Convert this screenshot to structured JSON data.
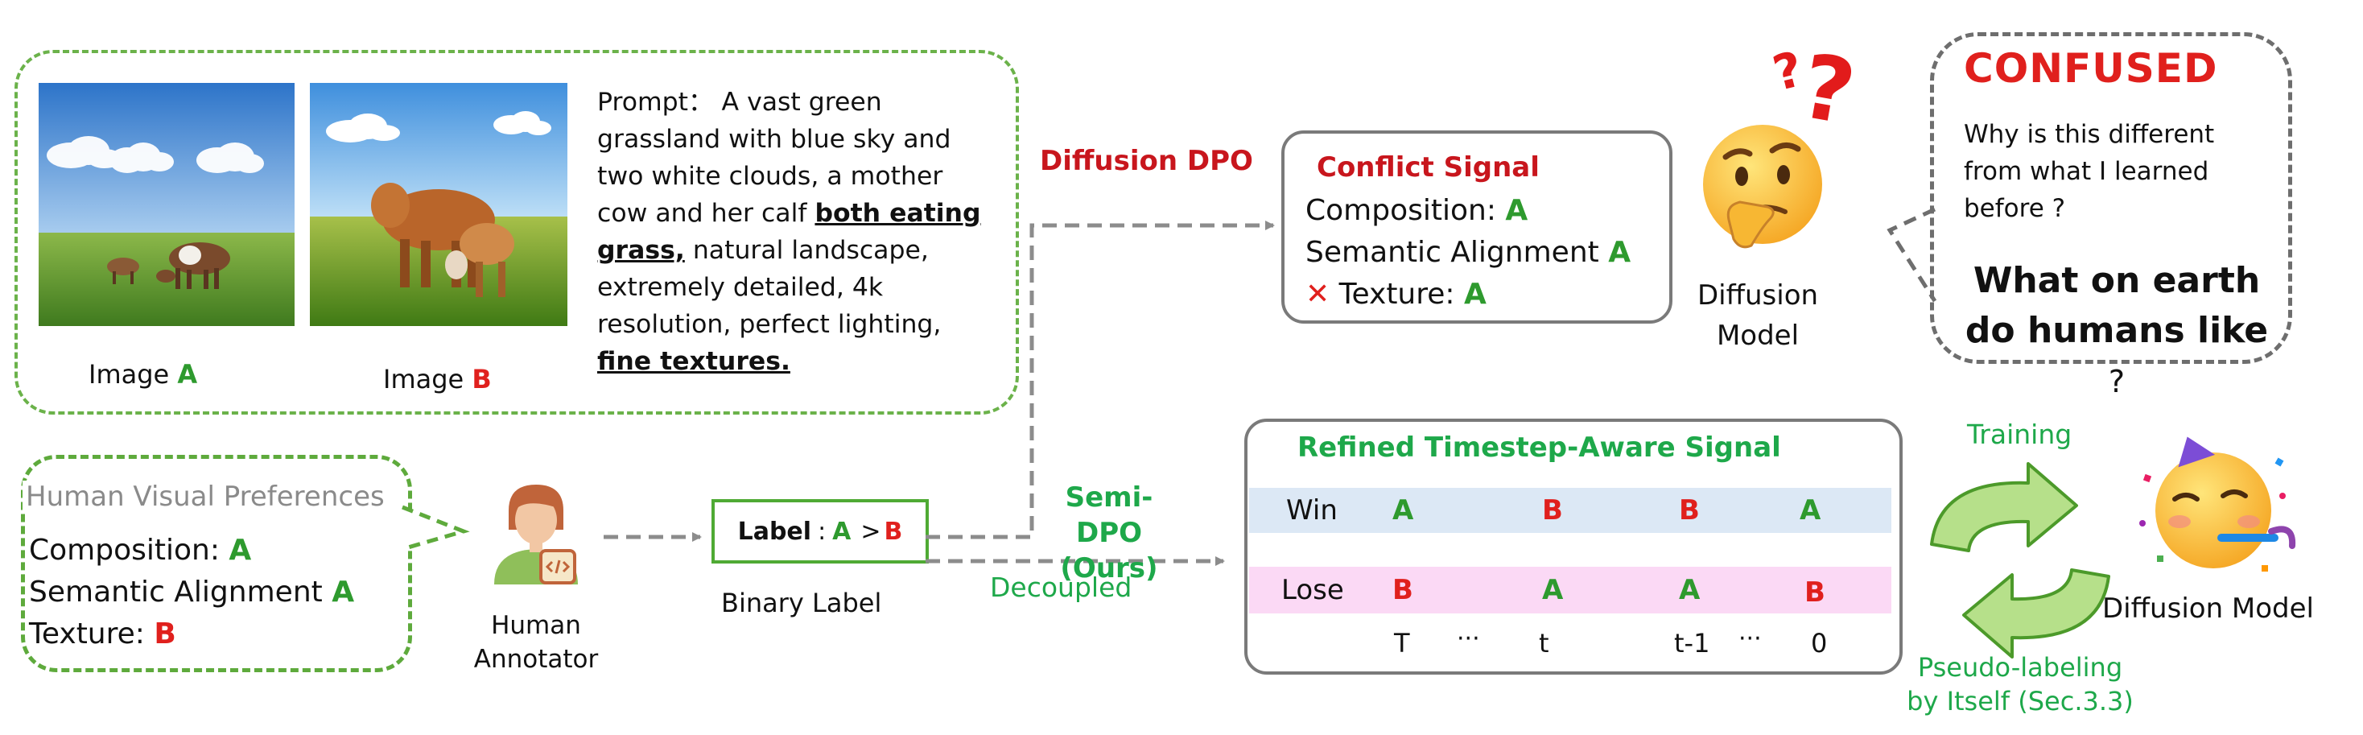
{
  "prompt_panel": {
    "image_a_label": "Image",
    "image_a_letter": "A",
    "image_b_label": "Image",
    "image_b_letter": "B",
    "prompt_head": "Prompt： A vast green grassland with blue sky and two white clouds, a mother cow and her calf",
    "prompt_bold1": "both eating grass,",
    "prompt_mid": "natural landscape, extremely detailed, 4k resolution, perfect lighting,",
    "prompt_bold2": "fine textures."
  },
  "human_prefs": {
    "title": "Human Visual Preferences",
    "composition": "Composition:",
    "composition_v": "A",
    "semantic": "Semantic Alignment",
    "semantic_v": "A",
    "texture": "Texture:",
    "texture_v": "B"
  },
  "annotator": {
    "line1": "Human",
    "line2": "Annotator"
  },
  "binary_label": {
    "label": "Label",
    "sep": ":",
    "a": "A",
    "gt": ">",
    "b": "B",
    "caption": "Binary Label"
  },
  "diffusion_dpo": "Diffusion DPO",
  "conflict": {
    "title": "Conflict Signal",
    "composition": "Composition:",
    "composition_v": "A",
    "semantic": "Semantic Alignment",
    "semantic_v": "A",
    "cross": "✕",
    "texture": "Texture:",
    "texture_v": "A"
  },
  "diffusion_model_top": {
    "line1": "Diffusion",
    "line2": "Model"
  },
  "confused": {
    "title": "CONFUSED",
    "line1": "Why is this different",
    "line2": "from what I learned",
    "line3": "before ?",
    "q1": "What on earth",
    "q2": "do humans like",
    "q2_mark": "?"
  },
  "semi_dpo": {
    "line1": "Semi-DPO",
    "line2": "(Ours)",
    "decoupled": "Decoupled"
  },
  "refined": {
    "title": "Refined Timestep-Aware Signal",
    "win": "Win",
    "lose": "Lose",
    "win_vals": [
      "A",
      "B",
      "B",
      "A"
    ],
    "lose_vals": [
      "B",
      "A",
      "A",
      "B"
    ],
    "timesteps": [
      "T",
      "···",
      "t",
      "t-1",
      "···",
      "0"
    ]
  },
  "cycle": {
    "training": "Training",
    "pseudo1": "Pseudo-labeling",
    "pseudo2": "by Itself (Sec.3.3)",
    "model": "Diffusion Model"
  },
  "colors": {
    "green_letter": "#2e9a2e",
    "red_letter": "#e0201d",
    "semi_green": "#1ea84a",
    "dpo_red": "#c8161d",
    "win_band": "#dce8f5",
    "lose_band": "#fbd9f5",
    "arrow_gray": "#8c8c8c"
  },
  "icons": [
    "question-marks-icon",
    "thinking-emoji-icon",
    "party-emoji-icon",
    "person-icon",
    "cycle-arrows-icon"
  ]
}
